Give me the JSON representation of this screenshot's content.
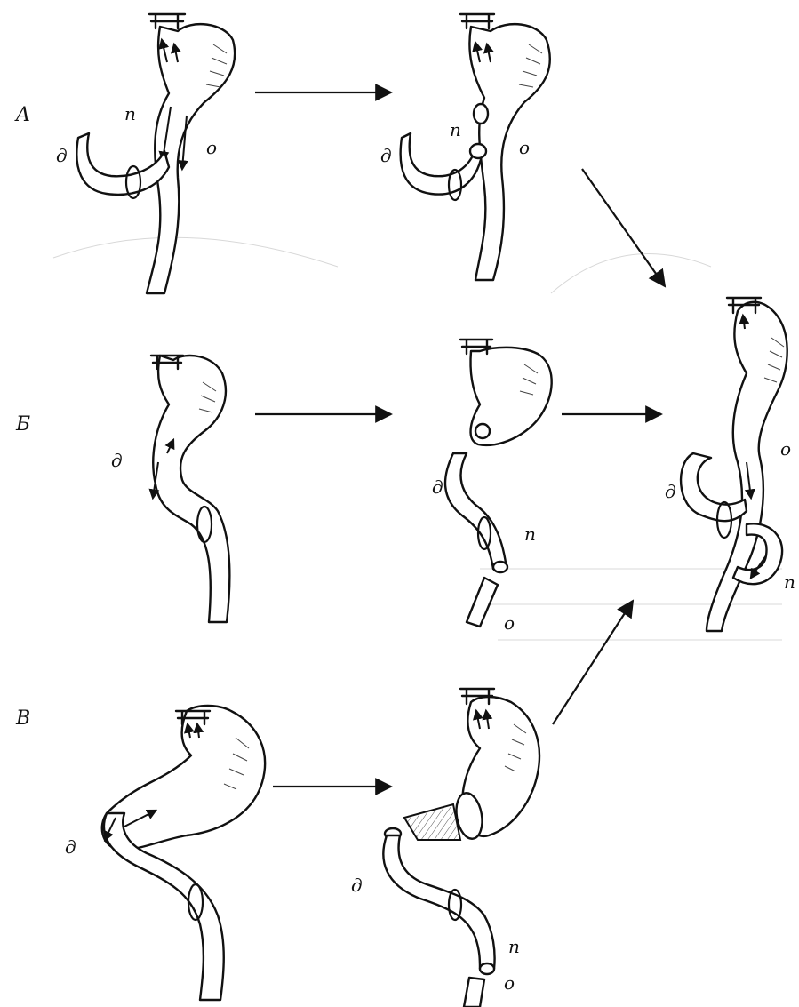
{
  "rows": [
    {
      "label": "A"
    },
    {
      "label": "Б"
    },
    {
      "label": "В"
    }
  ],
  "organ_labels": {
    "duodenum": "д",
    "proximal": "п",
    "distal": "о"
  },
  "colors": {
    "ink": "#111111",
    "background": "#ffffff"
  }
}
